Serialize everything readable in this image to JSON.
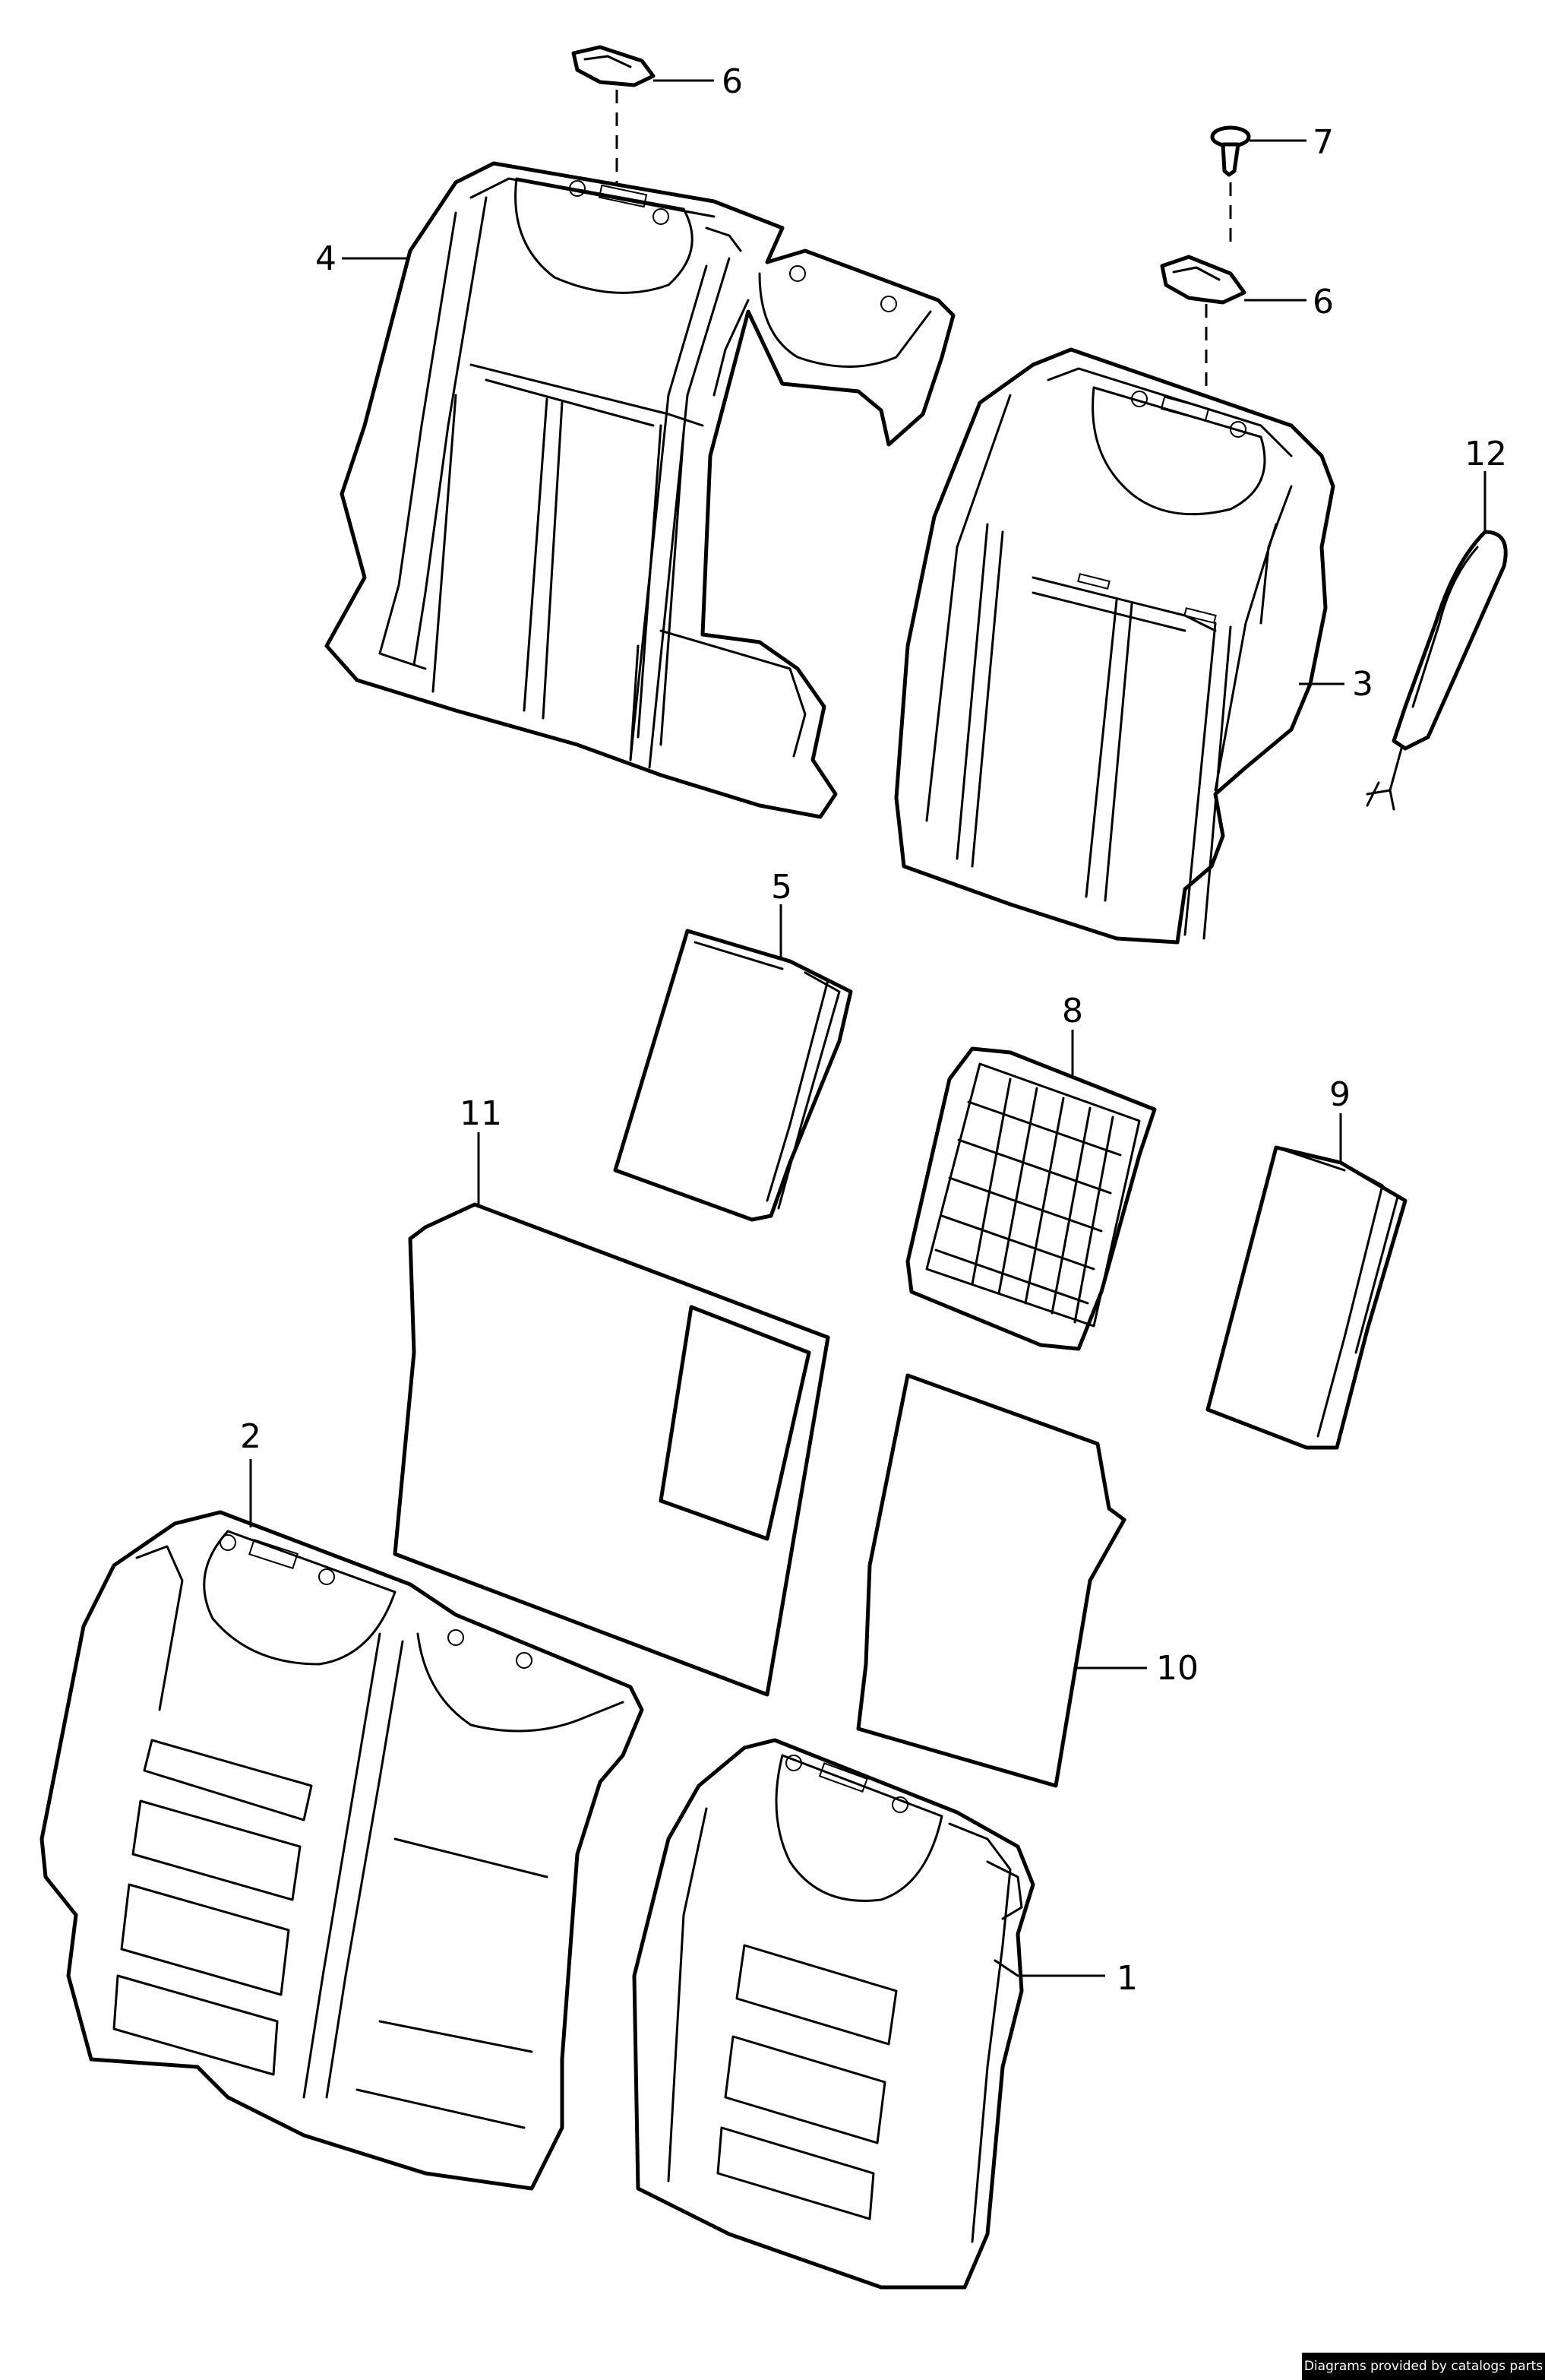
{
  "callouts": [
    {
      "id": "c6a",
      "label": "6"
    },
    {
      "id": "c7",
      "label": "7"
    },
    {
      "id": "c6b",
      "label": "6"
    },
    {
      "id": "c4",
      "label": "4"
    },
    {
      "id": "c12",
      "label": "12"
    },
    {
      "id": "c3",
      "label": "3"
    },
    {
      "id": "c5",
      "label": "5"
    },
    {
      "id": "c8",
      "label": "8"
    },
    {
      "id": "c11",
      "label": "11"
    },
    {
      "id": "c9",
      "label": "9"
    },
    {
      "id": "c2",
      "label": "2"
    },
    {
      "id": "c10",
      "label": "10"
    },
    {
      "id": "c1",
      "label": "1"
    }
  ],
  "footer": {
    "credit": "Diagrams provided by catalogs parts"
  }
}
